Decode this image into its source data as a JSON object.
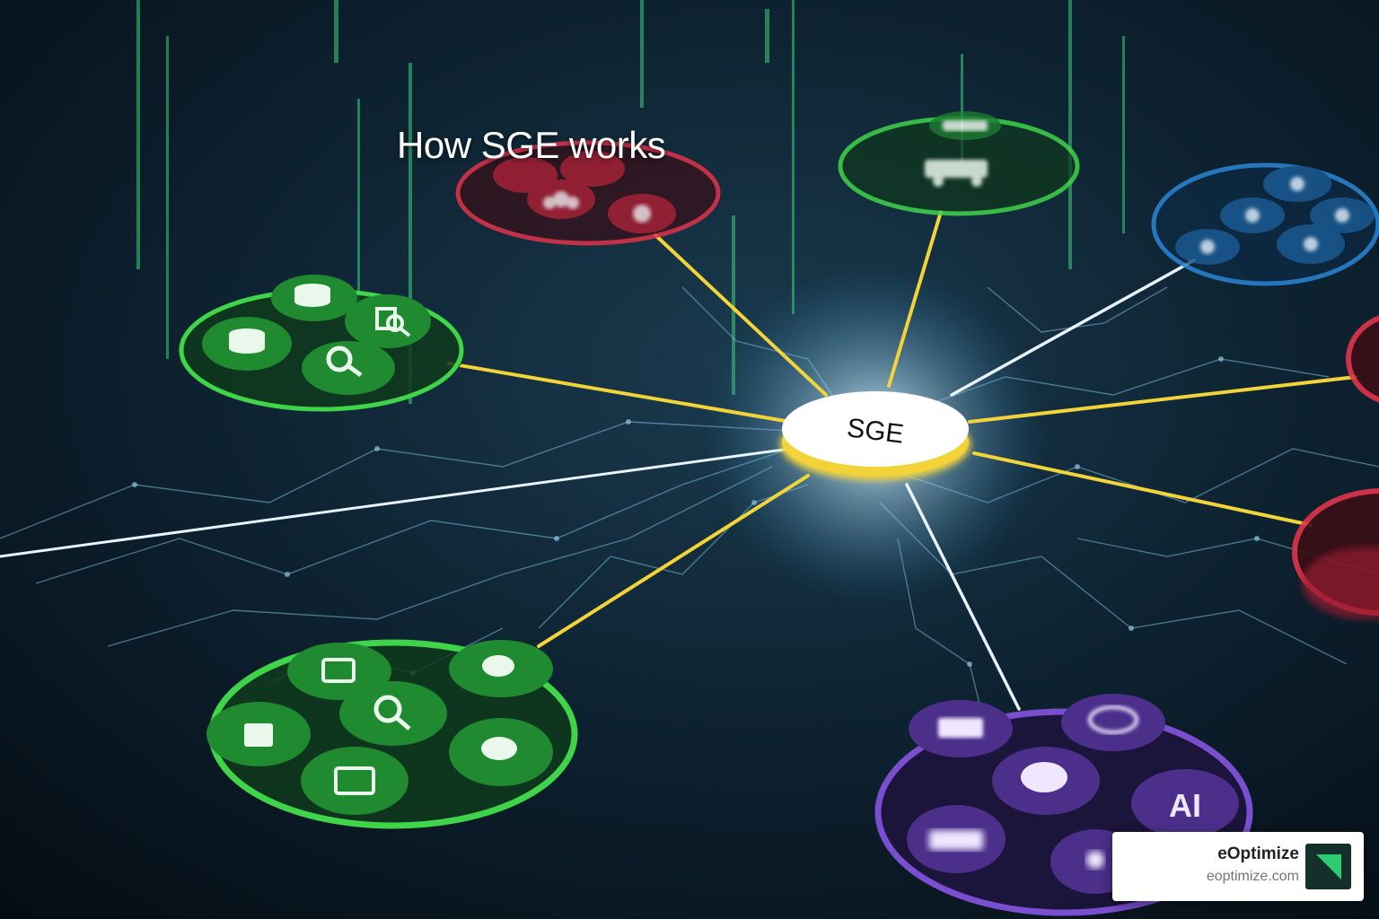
{
  "headline": "How SGE works",
  "hub": {
    "label": "SGE"
  },
  "clusters": [
    {
      "name": "data-search-cluster",
      "color": "#3fd44a",
      "icons": [
        "database-icon",
        "database-icon",
        "search-document-icon",
        "magnifier-icon"
      ]
    },
    {
      "name": "top-red-cluster",
      "color": "#e0334a",
      "icons": [
        "cloud-icon",
        "gear-icon",
        "gear-icon",
        "cloud-icon"
      ]
    },
    {
      "name": "top-green-cluster",
      "color": "#3fd44a",
      "icons": [
        "car-icon",
        "truck-icon"
      ]
    },
    {
      "name": "top-right-blue-cluster",
      "color": "#2a86d6",
      "icons": [
        "gear-icon",
        "chat-icon",
        "gear-icon",
        "gear-icon",
        "chat-icon"
      ]
    },
    {
      "name": "right-red-cluster-upper",
      "color": "#e0334a",
      "icons": []
    },
    {
      "name": "right-red-cluster-lower",
      "color": "#e0334a",
      "icons": []
    },
    {
      "name": "bottom-green-cluster",
      "color": "#3fd44a",
      "icons": [
        "image-icon",
        "chat-bubble-icon",
        "document-icon",
        "magnifier-icon",
        "chat-bubble-icon",
        "screen-icon"
      ]
    },
    {
      "name": "bottom-purple-cluster",
      "color": "#7a4fcf",
      "icons": [
        "graph-icon",
        "ai-badge-icon",
        "chat-bubble-icon",
        "ai-text-icon",
        "graph-icon",
        "circle-icon"
      ],
      "icon_text": "AI"
    }
  ],
  "colors": {
    "background": "#08151f",
    "connector_yellow": "#f2d33a",
    "connector_white": "#e8f4ff",
    "circuit": "#7fc8e6",
    "hub_ring": "#f2d33a",
    "hub_face": "#ffffff"
  },
  "brand": {
    "name": "eOptimize",
    "domain": "eoptimize.com"
  }
}
